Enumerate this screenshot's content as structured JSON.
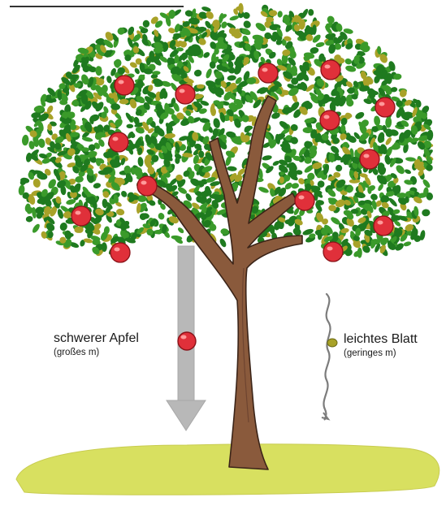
{
  "colors": {
    "leaf_dark": "#1f7a1f",
    "leaf_mid": "#3a9a2a",
    "leaf_olive": "#a8a228",
    "trunk": "#8a5a3c",
    "trunk_outline": "#3b2418",
    "apple": "#e0303a",
    "ground": "#d8e060",
    "arrow": "#b8b8b8"
  },
  "labels": {
    "heavy": "schwerer Apfel",
    "heavy_sub": "(großes m)",
    "light": "leichtes Blatt",
    "light_sub": "(geringes m)"
  }
}
